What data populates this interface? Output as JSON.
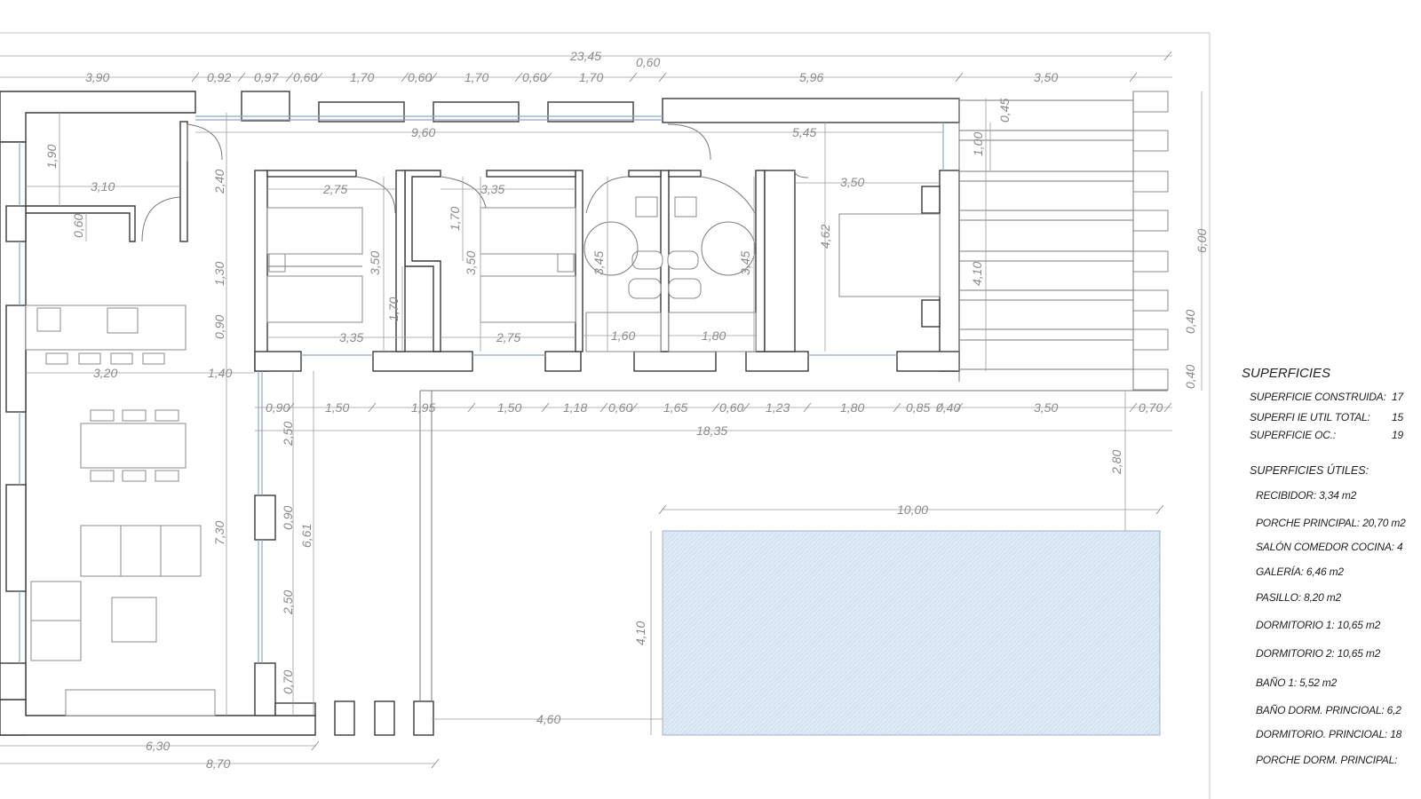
{
  "dims": {
    "top_total": "23,45",
    "top_gap": "0,60",
    "t1": "3,90",
    "t2": "0,92",
    "t3": "0,97",
    "t4": "0,60",
    "t5": "1,70",
    "t6": "0,60",
    "t7": "1,70",
    "t8": "0,60",
    "t9": "1,70",
    "t10": "5,96",
    "t11": "3,50",
    "corridor_len": "9,60",
    "corridor_r": "5,45",
    "v_090": "1,90",
    "h_310": "3,10",
    "v_240": "2,40",
    "v_060": "0,60",
    "v_130": "1,30",
    "v_090b": "0,90",
    "h_320": "3,20",
    "h_140": "1,40",
    "r1_w": "2,75",
    "r1_h": "3,50",
    "r1_bw": "3,35",
    "h_170v": "1,70",
    "r2_w": "3,35",
    "r2_h": "3,50",
    "r2_bw": "2,75",
    "v_170": "1,70",
    "b1_h": "3,45",
    "b1_w": "1,60",
    "b2_h": "3,45",
    "b2_w": "1,80",
    "m_w": "3,50",
    "m_h": "4,62",
    "m_v": "4,10",
    "m_v2": "1,00",
    "m_v3": "0,45",
    "right_total": "6,00",
    "right_a": "0,40",
    "right_b": "0,40",
    "b_090": "0,90",
    "b_150": "1,50",
    "b_195": "1,95",
    "b_150b": "1,50",
    "b_118": "1,18",
    "b_060": "0,60",
    "b_165": "1,65",
    "b_060b": "0,60",
    "b_123": "1,23",
    "b_180": "1,80",
    "b_085": "0,85",
    "b_040": "0,40",
    "b_350": "3,50",
    "b_070": "0,70",
    "b_total": "18,35",
    "v_250": "2,50",
    "v_090c": "0,90",
    "v_661": "6,61",
    "v_730": "7,30",
    "v_250b": "2,50",
    "v_070": "0,70",
    "v_280": "2,80",
    "pool_w": "10,00",
    "pool_h": "4,10",
    "pool_gap": "4,60",
    "bot_630": "6,30",
    "bot_870": "8,70"
  },
  "legend": {
    "title": "SUPERFICIES",
    "construida_label": "SUPERFICIE CONSTRUIDA:",
    "construida_value": "17",
    "util_label": "SUPERFI  IE UTIL TOTAL:",
    "util_value": "15",
    "oc_label": "SUPERFICIE   OC.:",
    "oc_value": "19",
    "utiles_title": "SUPERFICIES ÚTILES:",
    "items": [
      "RECIBIDOR: 3,34 m2",
      "PORCHE PRINCIPAL: 20,70 m2",
      "SALÓN COMEDOR COCINA: 4",
      "GALERÍA: 6,46 m2",
      "PASILLO: 8,20 m2",
      "DORMITORIO 1: 10,65 m2",
      "DORMITORIO 2: 10,65 m2",
      "BAÑO 1: 5,52 m2",
      "BAÑO DORM. PRINCIOAL: 6,2",
      "DORMITORIO. PRINCIOAL: 18",
      "PORCHE DORM. PRINCIPAL:"
    ]
  },
  "colors": {
    "pool": "#dde9f5",
    "wall": "#3a3a3a",
    "dimension": "#8a8a8a",
    "glass": "#8fa6c8"
  }
}
